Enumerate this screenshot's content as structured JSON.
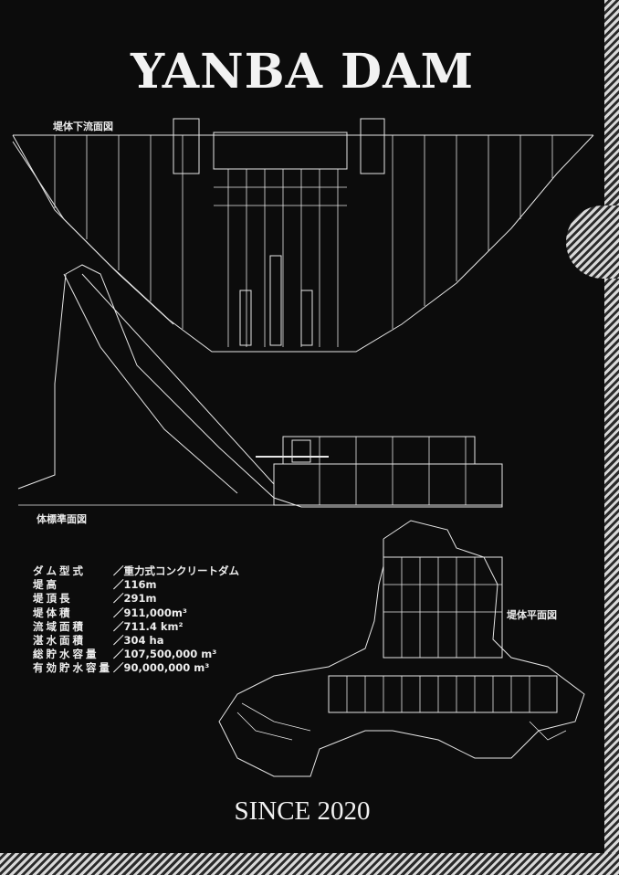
{
  "title": "YANBA DAM",
  "footer": "SINCE 2020",
  "labels": {
    "downstream": "堤体下流面図",
    "standard_section": "体標準面図",
    "plan": "堤体平面図"
  },
  "specs": [
    {
      "key": "ダム型式",
      "value": "／重力式コンクリートダム"
    },
    {
      "key": "堤高",
      "value": "／116m"
    },
    {
      "key": "堤頂長",
      "value": "／291m"
    },
    {
      "key": "堤体積",
      "value": "／911,000m³"
    },
    {
      "key": "流域面積",
      "value": "／711.4 km²"
    },
    {
      "key": "湛水面積",
      "value": "／304 ha"
    },
    {
      "key": "総貯水容量",
      "value": "／107,500,000 m³"
    },
    {
      "key": "有効貯水容量",
      "value": "／90,000,000 m³"
    }
  ],
  "colors": {
    "background": "#0c0c0c",
    "line": "#e8e8e8",
    "stripe": "#d8d8d8"
  }
}
